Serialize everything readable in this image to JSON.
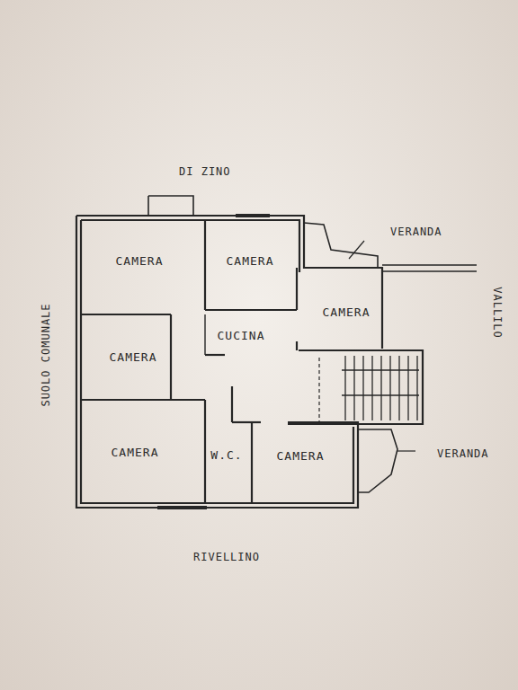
{
  "diagram": {
    "nodes": [
      {
        "text": [
          "CAMERA"
        ]
      },
      {
        "text": [
          "CAMERA"
        ]
      },
      {
        "text": [
          "CAMERA"
        ]
      },
      {
        "text": [
          "CAMERA"
        ]
      },
      {
        "text": [
          "CUCINA"
        ]
      },
      {
        "text": [
          "CAMERA"
        ]
      },
      {
        "text": [
          "W.C."
        ]
      },
      {
        "text": [
          "CAMERA"
        ]
      }
    ],
    "labels": [
      "DI ZINO",
      "VERANDA",
      "VALLILO",
      "SUOLO COMUNALE",
      "VERANDA",
      "RIVELLINO"
    ]
  }
}
